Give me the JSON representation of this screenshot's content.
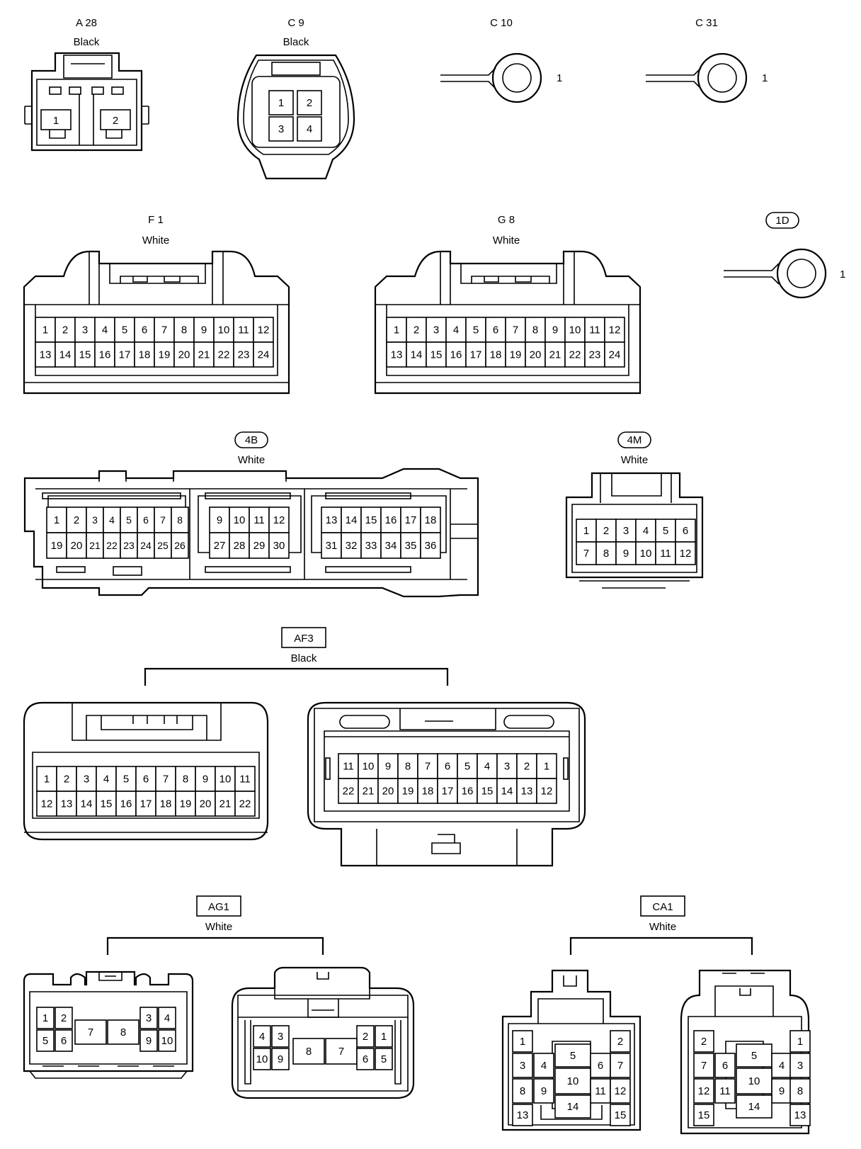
{
  "connectors": {
    "a28": {
      "code": "A 28",
      "color": "Black",
      "pins": [
        "1",
        "2"
      ]
    },
    "c9": {
      "code": "C 9",
      "color": "Black",
      "pins": [
        "1",
        "2",
        "3",
        "4"
      ]
    },
    "c10": {
      "code": "C 10",
      "pin": "1"
    },
    "c31": {
      "code": "C 31",
      "pin": "1"
    },
    "f1": {
      "code": "F 1",
      "color": "White",
      "pins": [
        "1",
        "2",
        "3",
        "4",
        "5",
        "6",
        "7",
        "8",
        "9",
        "10",
        "11",
        "12",
        "13",
        "14",
        "15",
        "16",
        "17",
        "18",
        "19",
        "20",
        "21",
        "22",
        "23",
        "24"
      ]
    },
    "g8": {
      "code": "G 8",
      "color": "White",
      "pins": [
        "1",
        "2",
        "3",
        "4",
        "5",
        "6",
        "7",
        "8",
        "9",
        "10",
        "11",
        "12",
        "13",
        "14",
        "15",
        "16",
        "17",
        "18",
        "19",
        "20",
        "21",
        "22",
        "23",
        "24"
      ]
    },
    "j1d": {
      "code": "1D",
      "pin": "1"
    },
    "j4b": {
      "code": "4B",
      "color": "White",
      "pins": [
        "1",
        "2",
        "3",
        "4",
        "5",
        "6",
        "7",
        "8",
        "19",
        "20",
        "21",
        "22",
        "23",
        "24",
        "25",
        "26",
        "9",
        "10",
        "11",
        "12",
        "27",
        "28",
        "29",
        "30",
        "13",
        "14",
        "15",
        "16",
        "17",
        "18",
        "31",
        "32",
        "33",
        "34",
        "35",
        "36"
      ]
    },
    "j4m": {
      "code": "4M",
      "color": "White",
      "pins": [
        "1",
        "2",
        "3",
        "4",
        "5",
        "6",
        "7",
        "8",
        "9",
        "10",
        "11",
        "12"
      ]
    },
    "af3": {
      "code": "AF3",
      "color": "Black",
      "male_pins": [
        "1",
        "2",
        "3",
        "4",
        "5",
        "6",
        "7",
        "8",
        "9",
        "10",
        "11",
        "12",
        "13",
        "14",
        "15",
        "16",
        "17",
        "18",
        "19",
        "20",
        "21",
        "22"
      ],
      "female_pins": [
        "11",
        "10",
        "9",
        "8",
        "7",
        "6",
        "5",
        "4",
        "3",
        "2",
        "1",
        "22",
        "21",
        "20",
        "19",
        "18",
        "17",
        "16",
        "15",
        "14",
        "13",
        "12"
      ]
    },
    "ag1": {
      "code": "AG1",
      "color": "White",
      "male_pins": [
        "1",
        "2",
        "3",
        "4",
        "5",
        "6",
        "7",
        "8",
        "9",
        "10"
      ],
      "female_pins": [
        "4",
        "3",
        "2",
        "1",
        "10",
        "9",
        "8",
        "7",
        "6",
        "5"
      ]
    },
    "ca1": {
      "code": "CA1",
      "color": "White",
      "male_pins": [
        "1",
        "2",
        "3",
        "4",
        "5",
        "6",
        "7",
        "8",
        "9",
        "10",
        "11",
        "12",
        "13",
        "14",
        "15"
      ],
      "female_pins": [
        "2",
        "1",
        "7",
        "6",
        "5",
        "4",
        "3",
        "12",
        "11",
        "10",
        "9",
        "8",
        "15",
        "14",
        "13"
      ]
    }
  }
}
